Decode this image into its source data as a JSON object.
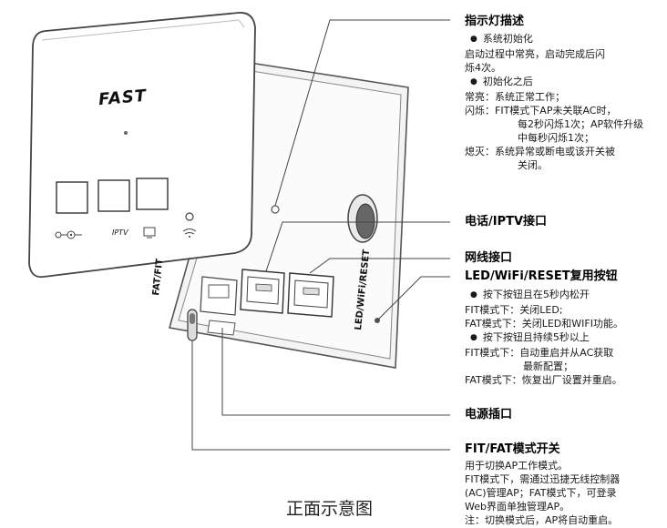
{
  "brand": "FAST",
  "caption": "正面示意图",
  "device_labels": {
    "iptv": "IPTV",
    "fat_fit": "FAT/FIT",
    "led_wifi_reset": "LED/WiFi/RESET"
  },
  "callouts": {
    "indicator": {
      "title": "指示灯描述",
      "lines": [
        {
          "text": "系统初始化",
          "style": "bullet"
        },
        {
          "text": "启动过程中常亮，启动完成后闪",
          "style": "plain"
        },
        {
          "text": "烁4次。",
          "style": "plain"
        },
        {
          "text": "初始化之后",
          "style": "bullet"
        },
        {
          "text": "常亮：系统正常工作；",
          "style": "plain"
        },
        {
          "text": "闪烁：FIT模式下AP未关联AC时，",
          "style": "plain"
        },
        {
          "text": "每2秒闪烁1次；AP软件升级",
          "style": "indent"
        },
        {
          "text": "中每秒闪烁1次；",
          "style": "indent"
        },
        {
          "text": "熄灭：系统异常或断电或该开关被",
          "style": "plain"
        },
        {
          "text": "关闭。",
          "style": "indent"
        }
      ]
    },
    "phone_iptv": {
      "title": "电话/IPTV接口"
    },
    "network": {
      "title": "网线接口"
    },
    "led_button": {
      "title": "LED/WiFi/RESET复用按钮",
      "lines": [
        {
          "text": "按下按钮且在5秒内松开",
          "style": "bullet"
        },
        {
          "text": "FIT模式下：关闭LED;",
          "style": "plain"
        },
        {
          "text": "FAT模式下：关闭LED和WIFI功能。",
          "style": "plain"
        },
        {
          "text": "按下按钮且持续5秒以上",
          "style": "bullet"
        },
        {
          "text": "FIT模式下：自动重启并从AC获取",
          "style": "plain"
        },
        {
          "text": "最新配置；",
          "style": "indent2"
        },
        {
          "text": "FAT模式下：恢复出厂设置并重启。",
          "style": "plain"
        }
      ]
    },
    "power": {
      "title": "电源插口"
    },
    "fit_fat_switch": {
      "title": "FIT/FAT模式开关",
      "lines": [
        {
          "text": "用于切换AP工作模式。",
          "style": "plain"
        },
        {
          "text": "FIT模式下，需通过迅捷无线控制器",
          "style": "plain"
        },
        {
          "text": "(AC)管理AP；FAT模式下，可登录",
          "style": "plain"
        },
        {
          "text": "Web界面单独管理AP。",
          "style": "plain"
        },
        {
          "text": "注：切换模式后，AP将自动重启。",
          "style": "plain"
        }
      ]
    }
  },
  "colors": {
    "line": "#444444",
    "device_outline": "#555555",
    "face": "#ffffff",
    "shade": "#d9d9d9"
  }
}
